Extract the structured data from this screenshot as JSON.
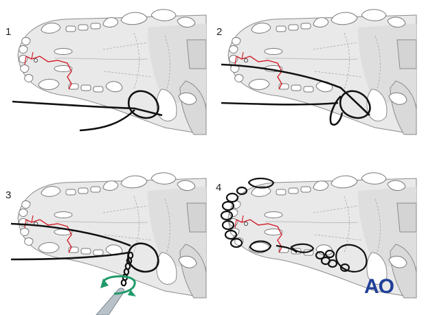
{
  "panels": [
    {
      "label": "1",
      "step": "wire-passed-behind-tooth"
    },
    {
      "label": "2",
      "step": "wire-looped-around-tooth"
    },
    {
      "label": "3",
      "step": "wire-twisted-with-plier"
    },
    {
      "label": "4",
      "step": "completed-interdental-wiring"
    }
  ],
  "logo": {
    "text": "AO"
  },
  "colors": {
    "bone_fill": "#e9e9e9",
    "bone_shade": "#d4d4d4",
    "outline": "#8a8a8a",
    "teeth_fill": "#ffffff",
    "wire": "#111111",
    "fracture": "#d0202a",
    "rotation_arrow": "#1f9a6a",
    "plier": "#b9c2c8",
    "logo": "#1f3f99"
  },
  "icons": {
    "rotation": "rotate-arrow-icon",
    "tool": "wire-plier-icon"
  }
}
